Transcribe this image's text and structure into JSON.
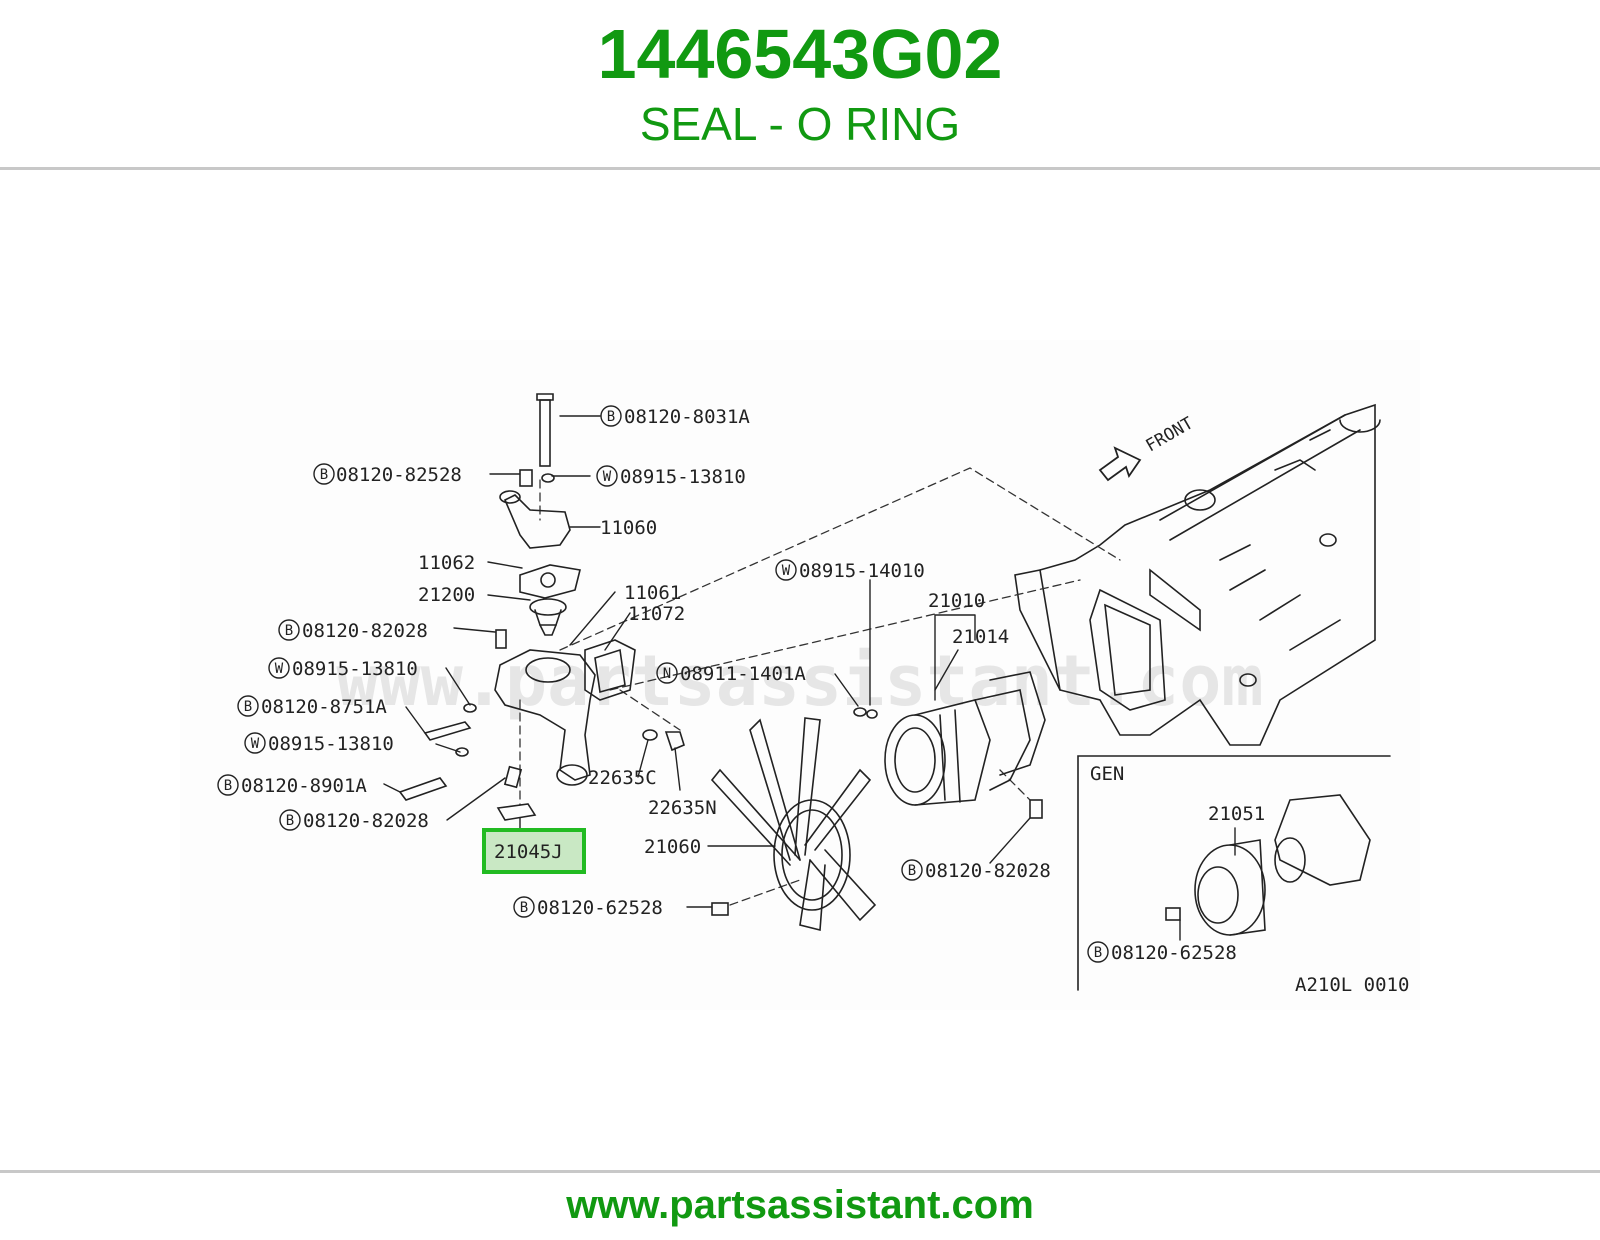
{
  "header": {
    "part_number": "1446543G02",
    "description": "SEAL - O RING"
  },
  "footer": {
    "url": "www.partsassistant.com"
  },
  "diagram": {
    "watermark": "www.partsassistant.com",
    "front_label": "FRONT",
    "inset_title": "GEN",
    "figure_code": "A210L 0010",
    "highlighted_part": "21045J",
    "highlight_color": "#22bb22",
    "callouts": {
      "c1": "08120-8031A",
      "c2": "08120-82528",
      "c3": "08915-13810",
      "c4": "11060",
      "c5": "11062",
      "c6": "21200",
      "c7": "11061",
      "c8": "11072",
      "c9": "08120-82028",
      "c10": "08915-13810",
      "c11": "08120-8751A",
      "c12": "08915-13810",
      "c13": "08120-8901A",
      "c14": "08120-82028",
      "c15": "22635C",
      "c16": "22635N",
      "c17": "08915-14010",
      "c18": "21010",
      "c19": "21014",
      "c20": "08911-1401A",
      "c21": "21060",
      "c22": "08120-62528",
      "c23": "08120-82028",
      "c24": "21051",
      "c25": "08120-62528"
    },
    "prefixes": {
      "p1": "B",
      "p2": "B",
      "p3": "W",
      "p9": "B",
      "p10": "W",
      "p11": "B",
      "p12": "W",
      "p13": "B",
      "p14": "B",
      "p17": "W",
      "p20": "N",
      "p22": "B",
      "p23": "B",
      "p25": "B"
    }
  }
}
